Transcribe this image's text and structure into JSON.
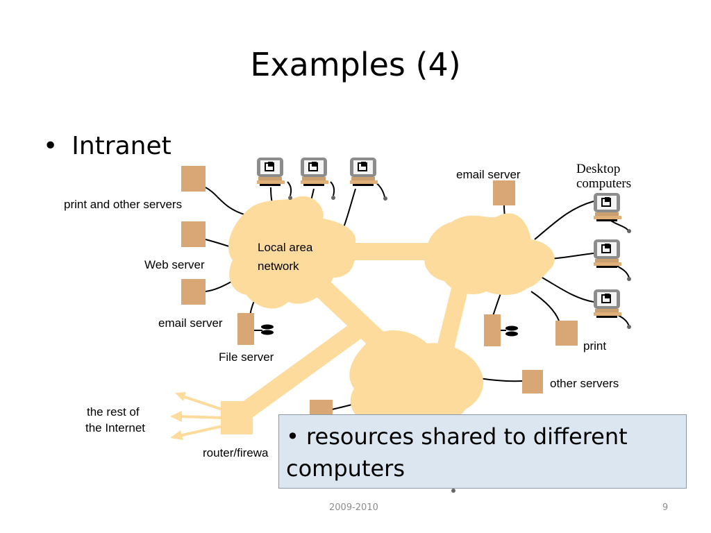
{
  "slide": {
    "title": "Examples (4)",
    "bullet": "Intranet",
    "callout": "• resources shared to different computers",
    "footer_date": "2009-2010",
    "page_number": "9"
  },
  "diagram": {
    "labels": {
      "print_servers": "print  and other servers",
      "web_server": "Web server",
      "email_server_left": "email server",
      "file_server": "File server",
      "lan_line1": "Local area",
      "lan_line2": "network",
      "email_server_right": "email server",
      "desktop_line1": "Desktop",
      "desktop_line2": "computers",
      "print": "print",
      "other_servers": "other servers",
      "rest_line1": "the rest of",
      "rest_line2": "the Internet",
      "router": "router/firewa"
    },
    "colors": {
      "network_fill": "#fcdb9c",
      "server_box": "#d8a775",
      "callout_bg": "#dce6f0"
    }
  }
}
